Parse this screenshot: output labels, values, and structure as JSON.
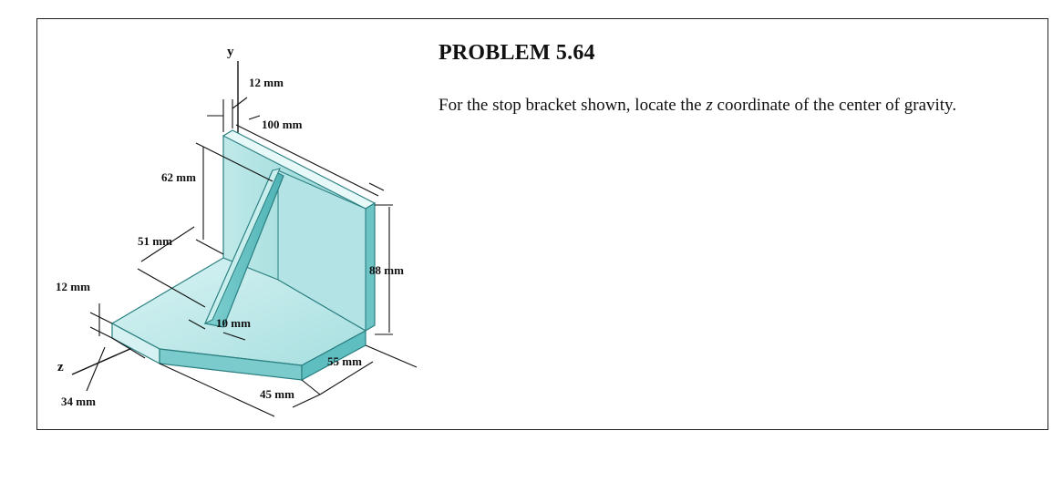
{
  "problem": {
    "title": "PROBLEM 5.64",
    "text_before": "For the stop bracket shown, locate the ",
    "text_variable": "z",
    "text_after": " coordinate of the center of gravity."
  },
  "figure": {
    "axis_y": "y",
    "axis_z": "z",
    "dim_12_top": "12 mm",
    "dim_100": "100 mm",
    "dim_62": "62 mm",
    "dim_51": "51 mm",
    "dim_12_left": "12 mm",
    "dim_10": "10 mm",
    "dim_88": "88 mm",
    "dim_55": "55 mm",
    "dim_45": "45 mm",
    "dim_34": "34 mm"
  },
  "colors": {
    "bracket_light": "#cfeeee",
    "bracket_mid": "#9fdada",
    "bracket_dark": "#5fbfc0",
    "frame": "#222222"
  }
}
